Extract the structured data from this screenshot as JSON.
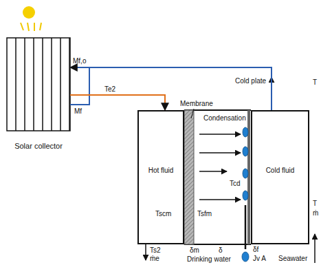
{
  "diagram": {
    "nodes": [
      {
        "text": [
          "Solar collector"
        ]
      },
      {
        "text": [
          "Hot fluid"
        ]
      },
      {
        "text": [
          "Cold fluid"
        ]
      }
    ],
    "edges": [
      {
        "from": 0,
        "to": 1,
        "arrow": "to",
        "label": "Te2"
      },
      {
        "from": 2,
        "to": 0,
        "arrow": "to",
        "label": "Mf,o"
      }
    ],
    "labels": [
      "Membrane",
      "Condensation",
      "Cold plate",
      "Tscm",
      "Tsfm",
      "Tcd",
      "Ts2",
      "ṁe",
      "δm",
      "δ",
      "δf",
      "Drinking water",
      "Jv A",
      "Seawater",
      "T",
      "T",
      "ṁ",
      "Mf"
    ]
  }
}
